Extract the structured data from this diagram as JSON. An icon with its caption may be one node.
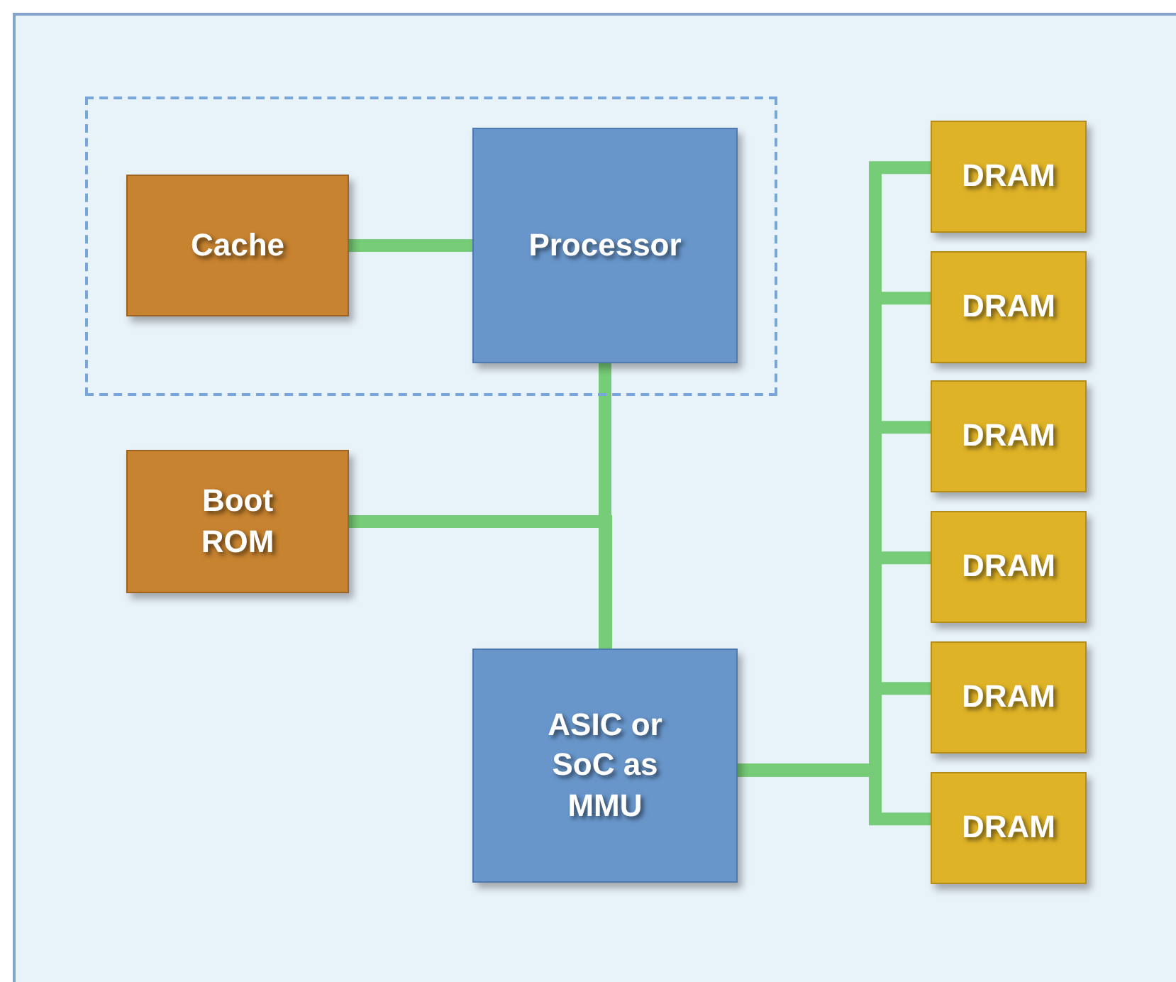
{
  "diagram": {
    "nodes": [
      {
        "text": [],
        "shape": "box"
      },
      {
        "text": [
          "Cache"
        ],
        "in": 0
      },
      {
        "text": [
          "Processor"
        ],
        "in": 0
      },
      {
        "text": [
          "Boot ROM"
        ]
      },
      {
        "text": [
          "ASIC or SoC as MMU"
        ]
      },
      {
        "text": [
          "DRAM"
        ]
      },
      {
        "text": [
          "DRAM"
        ]
      },
      {
        "text": [
          "DRAM"
        ]
      },
      {
        "text": [
          "DRAM"
        ]
      },
      {
        "text": [
          "DRAM"
        ]
      },
      {
        "text": [
          "DRAM"
        ]
      }
    ],
    "edges": [
      {
        "from": 1,
        "to": 2,
        "arrow": "none"
      },
      {
        "from": 2,
        "to": 4,
        "arrow": "none"
      },
      {
        "from": 3,
        "to": 4,
        "arrow": "none"
      },
      {
        "from": 4,
        "to": 5,
        "arrow": "none"
      },
      {
        "from": 4,
        "to": 6,
        "arrow": "none"
      },
      {
        "from": 4,
        "to": 7,
        "arrow": "none"
      },
      {
        "from": 4,
        "to": 8,
        "arrow": "none"
      },
      {
        "from": 4,
        "to": 9,
        "arrow": "none"
      },
      {
        "from": 4,
        "to": 10,
        "arrow": "none"
      }
    ]
  }
}
